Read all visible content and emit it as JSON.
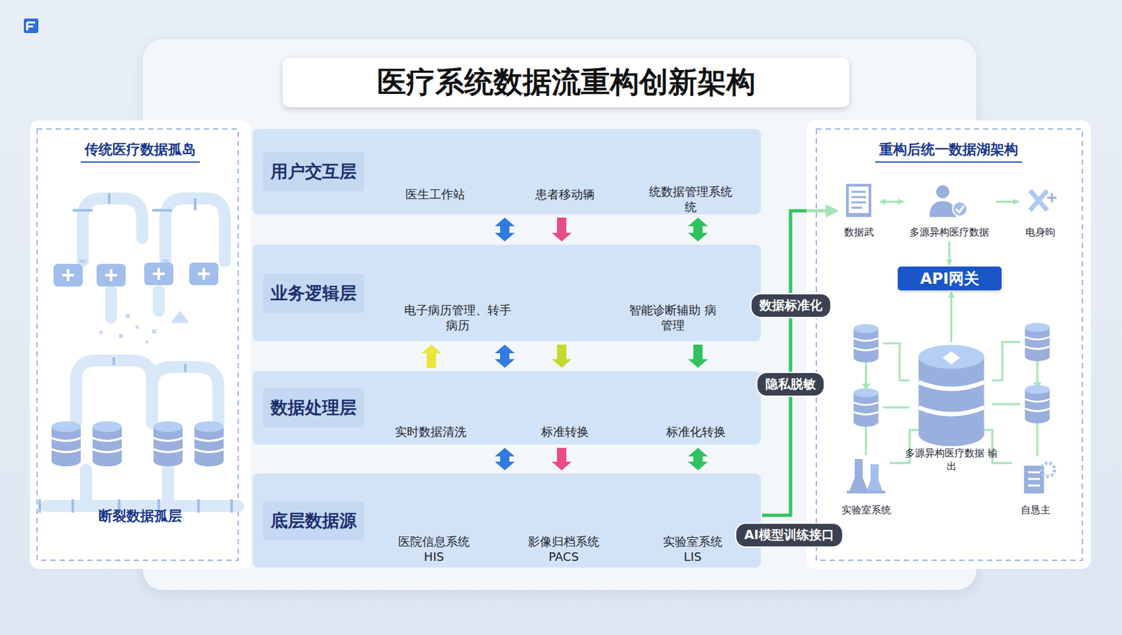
{
  "diagram": {
    "title": "医疗系统数据流重构创新架构",
    "nodes": [
      {
        "text": [
          "传统医疗数据孤岛",
          "断裂数据孤层"
        ]
      },
      {
        "text": [
          "用户交互层"
        ]
      },
      {
        "text": [
          "医生工作站"
        ],
        "in": 1
      },
      {
        "text": [
          "患者移动辆"
        ],
        "in": 1
      },
      {
        "text": [
          "统数据管理系统 统"
        ],
        "in": 1
      },
      {
        "text": [
          "业务逻辑层"
        ]
      },
      {
        "text": [
          "电子病历管理、转手 病历"
        ],
        "in": 5
      },
      {
        "text": [
          "智能诊断辅助 病 管理"
        ],
        "in": 5
      },
      {
        "text": [
          "数据处理层"
        ]
      },
      {
        "text": [
          "实时数据清洗"
        ],
        "in": 8
      },
      {
        "text": [
          "标准转换"
        ],
        "in": 8
      },
      {
        "text": [
          "标准化转换"
        ],
        "in": 8
      },
      {
        "text": [
          "底层数据源"
        ]
      },
      {
        "text": [
          "医院信息系统 HIS"
        ],
        "in": 12
      },
      {
        "text": [
          "影像归档系统 PACS"
        ],
        "in": 12
      },
      {
        "text": [
          "实验室系统 LIS"
        ],
        "in": 12
      },
      {
        "text": [
          "重构后统一数据湖架构"
        ]
      },
      {
        "text": [
          "数据武"
        ],
        "in": 16
      },
      {
        "text": [
          "多源异构医疗数据"
        ],
        "in": 16
      },
      {
        "text": [
          "电身昫"
        ],
        "in": 16
      },
      {
        "text": [
          "API网关"
        ],
        "in": 16
      },
      {
        "text": [
          "多源异构医疗数据 输出"
        ],
        "in": 16
      },
      {
        "text": [
          "实验室系统"
        ],
        "in": 16
      },
      {
        "text": [
          "自恳主"
        ],
        "in": 16
      }
    ],
    "edges": [
      {
        "from": 1,
        "to": 5,
        "arrow": "both"
      },
      {
        "from": 1,
        "to": 5,
        "arrow": "to"
      },
      {
        "from": 1,
        "to": 5,
        "arrow": "both"
      },
      {
        "from": 8,
        "to": 5,
        "arrow": "to"
      },
      {
        "from": 5,
        "to": 8,
        "arrow": "both"
      },
      {
        "from": 5,
        "to": 8,
        "arrow": "to"
      },
      {
        "from": 5,
        "to": 8,
        "arrow": "to"
      },
      {
        "from": 8,
        "to": 12,
        "arrow": "both"
      },
      {
        "from": 8,
        "to": 12,
        "arrow": "to"
      },
      {
        "from": 8,
        "to": 12,
        "arrow": "both"
      },
      {
        "from": 12,
        "to": 17,
        "label": "数据标准化",
        "arrow": "to"
      },
      {
        "from": 17,
        "to": 18,
        "arrow": "both"
      },
      {
        "from": 18,
        "to": 19,
        "arrow": "to"
      },
      {
        "from": 18,
        "to": 20,
        "arrow": "to"
      },
      {
        "from": 21,
        "to": 20,
        "arrow": "to"
      }
    ],
    "labels": [
      "隐私脱敏",
      "AI模型训练接口"
    ]
  }
}
